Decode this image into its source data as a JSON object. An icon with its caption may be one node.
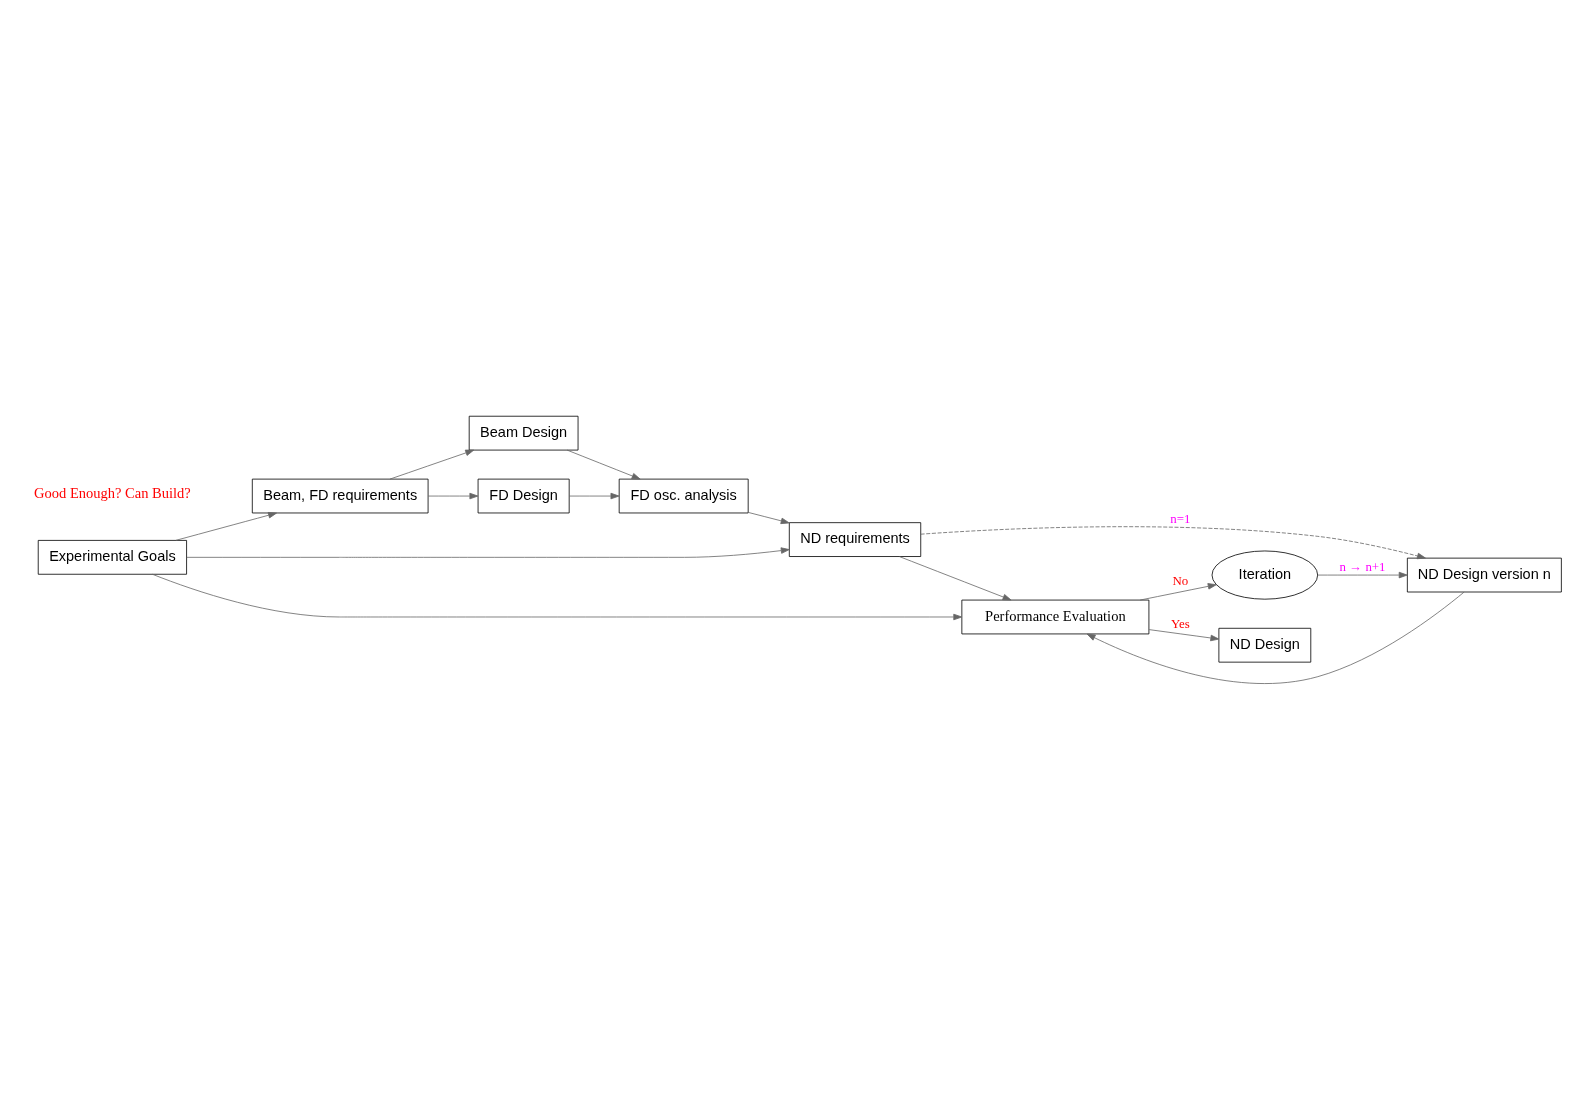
{
  "diagram": {
    "nodes": [
      {
        "text": [
          "Experimental Goals"
        ]
      },
      {
        "text": [
          "Beam, FD requirements"
        ]
      },
      {
        "text": [
          "Beam Design"
        ]
      },
      {
        "text": [
          "FD Design"
        ]
      },
      {
        "text": [
          "FD osc. analysis"
        ]
      },
      {
        "text": [
          "ND requirements"
        ]
      },
      {
        "text": [
          "Performance Evaluation"
        ]
      },
      {
        "text": [
          "ND Design version n"
        ]
      },
      {
        "text": [
          "Iteration"
        ]
      },
      {
        "text": [
          "ND Design"
        ]
      }
    ],
    "edges": [
      {
        "from": 0,
        "to": 1,
        "arrow": "to"
      },
      {
        "from": 1,
        "to": 2,
        "arrow": "to"
      },
      {
        "from": 1,
        "to": 3,
        "arrow": "to"
      },
      {
        "from": 2,
        "to": 4,
        "arrow": "to"
      },
      {
        "from": 3,
        "to": 4,
        "arrow": "to"
      },
      {
        "from": 0,
        "to": 5,
        "arrow": "to"
      },
      {
        "from": 4,
        "to": 5,
        "arrow": "to"
      },
      {
        "from": 5,
        "to": 6,
        "arrow": "to"
      },
      {
        "from": 5,
        "to": 7,
        "arrow": "to",
        "style": "dashed",
        "label": "n=1"
      },
      {
        "from": 0,
        "to": 6,
        "arrow": "to"
      },
      {
        "from": 7,
        "to": 6,
        "arrow": "to"
      },
      {
        "from": 6,
        "to": 9,
        "arrow": "to",
        "label": "Yes"
      },
      {
        "from": 6,
        "to": 8,
        "arrow": "to",
        "label": "No"
      },
      {
        "from": 8,
        "to": 7,
        "arrow": "to",
        "label": "n → n+1"
      }
    ],
    "labels": [
      "Good Enough? Can Build?"
    ]
  }
}
